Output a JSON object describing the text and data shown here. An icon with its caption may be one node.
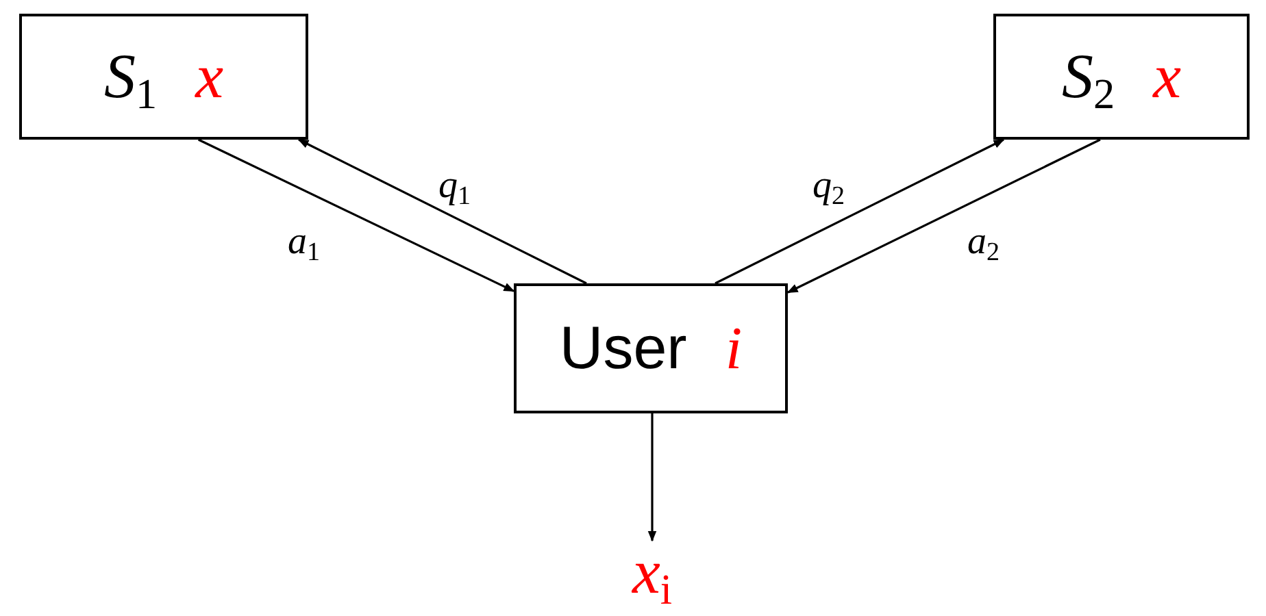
{
  "diagram": {
    "nodes": [
      {
        "text": [
          "S$_{1}$",
          "x"
        ]
      },
      {
        "text": [
          "S$_{2}$",
          "x"
        ]
      },
      {
        "text": [
          "User",
          "i"
        ]
      },
      {
        "text": [
          "x$_{i}$"
        ]
      }
    ],
    "edges": [
      {
        "from": 0,
        "to": 2,
        "arrow": "to",
        "label": "a$_{1}$"
      },
      {
        "from": 2,
        "to": 0,
        "arrow": "to",
        "label": "q$_{1}$"
      },
      {
        "from": 2,
        "to": 1,
        "arrow": "to",
        "label": "q$_{2}$"
      },
      {
        "from": 1,
        "to": 2,
        "arrow": "to",
        "label": "a$_{2}$"
      },
      {
        "from": 2,
        "to": 3,
        "arrow": "to"
      }
    ]
  }
}
